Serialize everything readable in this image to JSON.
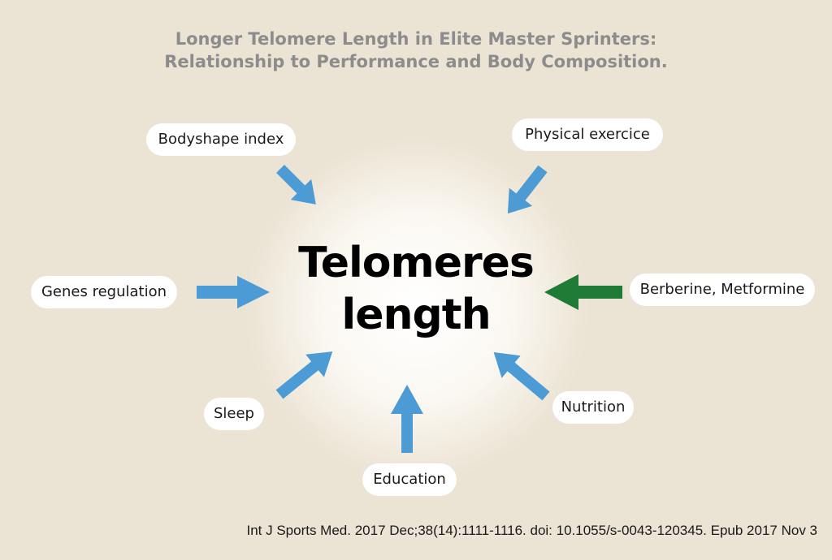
{
  "title": {
    "line1": "Longer Telomere Length in Elite Master Sprinters:",
    "line2": "Relationship to Performance and Body Composition."
  },
  "center": {
    "line1": "Telomeres",
    "line2": "length"
  },
  "factors": {
    "bodyshape": "Bodyshape index",
    "physical": "Physical exercice",
    "genes": "Genes regulation",
    "berberine": "Berberine, Metformine",
    "sleep": "Sleep",
    "nutrition": "Nutrition",
    "education": "Education"
  },
  "colors": {
    "arrow_blue": "#4d9bd4",
    "arrow_green": "#1e7a35"
  },
  "citation": "Int J Sports Med. 2017 Dec;38(14):1111-1116. doi: 10.1055/s-0043-120345. Epub 2017 Nov 3"
}
